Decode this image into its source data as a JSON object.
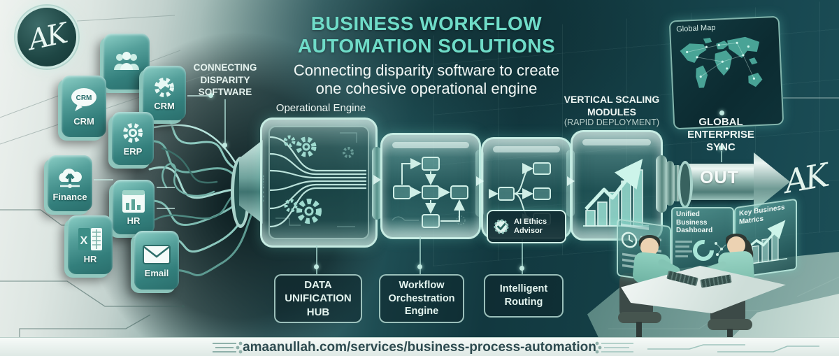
{
  "colors": {
    "accent_teal": "#6fdcc8",
    "glass_teal": "#9fe0d4",
    "deep_teal": "#0f3238"
  },
  "brand": {
    "logo_text": "AK",
    "signature_text": "AK"
  },
  "header": {
    "title": "BUSINESS WORKFLOW\nAUTOMATION SOLUTIONS",
    "subtitle": "Connecting disparity software to create\none cohesive operational engine"
  },
  "source_section": {
    "caption": "CONNECTING\nDISPARITY\nSOFTWARE",
    "apps": [
      {
        "label": "",
        "icon": "team-icon"
      },
      {
        "label": "CRM",
        "icon": "chat-bubble-icon",
        "bubble_text": "CRM"
      },
      {
        "label": "CRM",
        "icon": "gear-sync-icon"
      },
      {
        "label": "ERP",
        "icon": "gear-icon"
      },
      {
        "label": "Finance",
        "icon": "cloud-upload-icon"
      },
      {
        "label": "HR",
        "icon": "bar-chart-icon"
      },
      {
        "label": "HR",
        "icon": "spreadsheet-icon"
      },
      {
        "label": "Email",
        "icon": "envelope-icon"
      }
    ]
  },
  "pipeline": {
    "engine_caption": "Operational Engine",
    "scaling_caption": "VERTICAL SCALING\nMODULES",
    "scaling_subcaption": "(RAPID DEPLOYMENT)",
    "ai_badge": "AI Ethics\nAdvisor",
    "out_label": "OUT",
    "stages": [
      {
        "label": "DATA\nUNIFICATION\nHUB"
      },
      {
        "label": "Workflow\nOrchestration\nEngine"
      },
      {
        "label": "Intelligent\nRouting"
      }
    ]
  },
  "global_sync": {
    "map_title": "Global Map",
    "caption": "GLOBAL\nENTERPRISE\nSYNC"
  },
  "workstation": {
    "dashboard_title": "Unified Business\nDashboard",
    "metrics_title": "Key Business\nMatrics"
  },
  "footer": {
    "url": "amaanullah.com/services/business-process-automation"
  }
}
